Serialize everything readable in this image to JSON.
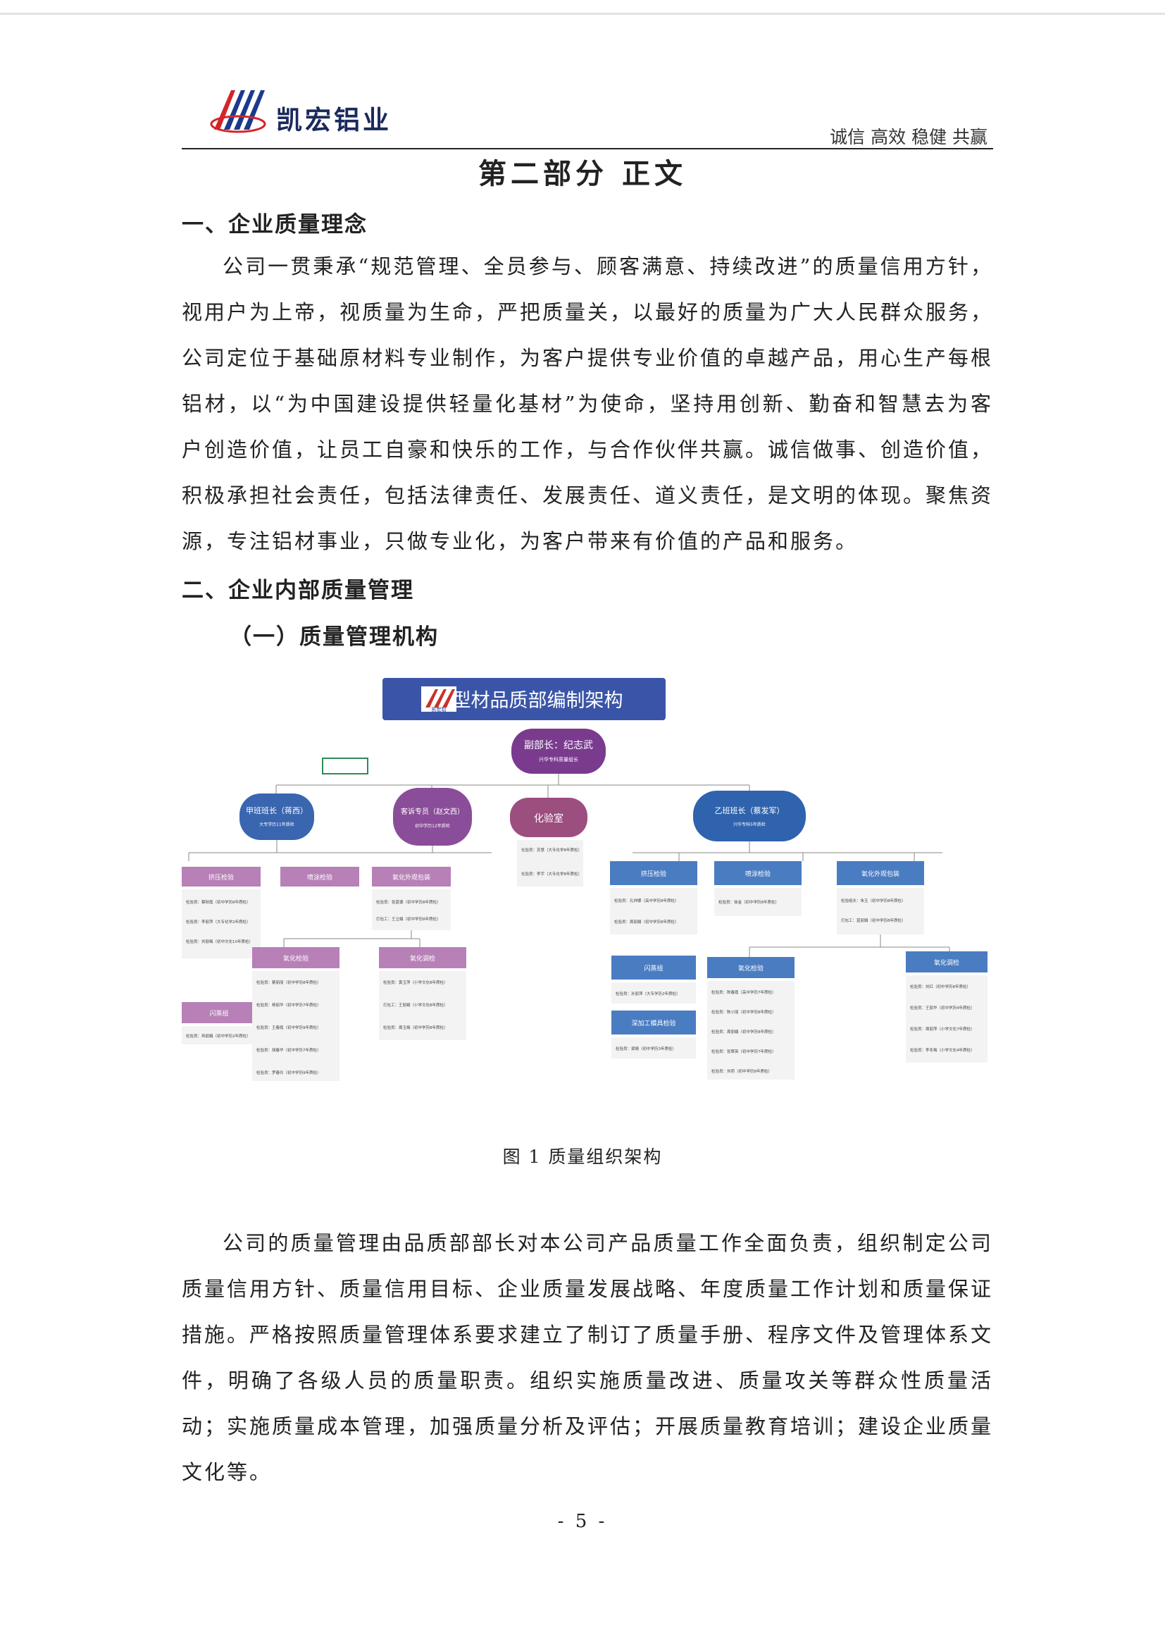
{
  "header": {
    "company": "凯宏铝业",
    "slogan": "诚信 高效 稳健 共赢"
  },
  "part_title": "第二部分 正文",
  "section1": {
    "heading": "一、企业质量理念",
    "paragraph": "公司一贯秉承“规范管理、全员参与、顾客满意、持续改进”的质量信用方针，视用户为上帝，视质量为生命，严把质量关，以最好的质量为广大人民群众服务，公司定位于基础原材料专业制作，为客户提供专业价值的卓越产品，用心生产每根铝材，以“为中国建设提供轻量化基材”为使命，坚持用创新、勤奋和智慧去为客户创造价值，让员工自豪和快乐的工作，与合作伙伴共赢。诚信做事、创造价值，积极承担社会责任，包括法律责任、发展责任、道义责任，是文明的体现。聚焦资源，专注铝材事业，只做专业化，为客户带来有价值的产品和服务。"
  },
  "section2": {
    "heading": "二、企业内部质量管理",
    "subheading": "（一）质量管理机构"
  },
  "org_chart": {
    "title": "型材品质部编制架构",
    "logo_text": "凯宏铝",
    "head": {
      "title": "副部长：纪志武",
      "note": "兴华专科质量组长"
    },
    "leaders": [
      {
        "title": "甲班班长（蒋西）",
        "note": "大专学历11年质检"
      },
      {
        "title": "客诉专员（赵文西）",
        "note": "初中学历12年质检"
      },
      {
        "title": "化验室",
        "note": ""
      },
      {
        "title": "乙班班长（蔡发军）",
        "note": "兴华专科5年质检"
      }
    ],
    "lab_staff": [
      "化验员：苏慧（大专化学8年质检）",
      "化验员：李宇（大专化学8年质检）"
    ],
    "units": [
      {
        "title": "挤压检验",
        "staff": [
          "检验员：蔡秋霞（初中学历8年质检）",
          "检验员：李丽萍（大专化学2年质检）",
          "检验员：刘丽梅（初中文化10年质检）"
        ]
      },
      {
        "title": "喷涂检验",
        "staff": []
      },
      {
        "title": "氧化外观包装",
        "staff": [
          "检验员：张蓝德（初中学历8年质检）",
          "打包工：王立娟（初中学历8年质检）"
        ]
      },
      {
        "title": "闪蒸组",
        "staff": [
          "检验员：冉丽娟（初中学历2年质检）"
        ]
      },
      {
        "title": "氧化检验",
        "staff": [
          "检验员：蔡丽丽（初中学历8年质检）",
          "检验员：杨丽华（初中学历7年质检）",
          "检验员：王春霞（初中学历9年质检）",
          "检验员：胡春华（初中学历7年质检）",
          "检验员：罗春玲（初中学历9年质检）"
        ]
      },
      {
        "title": "氧化调检",
        "staff": [
          "检验员：黄玉萍（小学文化8年质检）",
          "打包工：王丽娟（小学文化8年质检）",
          "检验员：周玉梅（初中学历8年质检）"
        ]
      },
      {
        "title": "挤压检验",
        "staff": [
          "检验员：孔祥娜（高中学历8年质检）",
          "检验员：周丽娟（初中学历8年质检）"
        ]
      },
      {
        "title": "喷涂检验",
        "staff": [
          "检验员：徐金（初中学历8年质检）"
        ]
      },
      {
        "title": "氧化外观包装",
        "staff": [
          "检验组长：朱玉（初中学历8年质检）",
          "打包工：蓝丽娟（初中学历8年质检）"
        ]
      },
      {
        "title": "闪蒸组",
        "staff": [
          "检验员：孙丽萍（大专学历2年质检）"
        ]
      },
      {
        "title": "深加工模具检验",
        "staff": [
          "检验员：梁婧（初中学历3年质检）"
        ]
      },
      {
        "title": "氧化检验",
        "staff": [
          "检验员：陈春霞（高中学历7年质检）",
          "检验员：陈小丽（初中学历8年质检）",
          "检验员：周丽娟（初中学历8年质检）",
          "检验员：张翠英（初中学历7年质检）",
          "检验员：刘莉（初中学历8年质检）"
        ]
      },
      {
        "title": "氧化调检",
        "staff": [
          "检验员：刘红（初中学历8年质检）",
          "检验员：王丽华（初中学历4年质检）",
          "检验员：周丽萍（小学文化7年质检）",
          "检验员：李冬梅（小学文化4年质检）"
        ]
      }
    ]
  },
  "figure_caption": "图 1 质量组织架构",
  "section2_paragraph": "公司的质量管理由品质部部长对本公司产品质量工作全面负责，组织制定公司质量信用方针、质量信用目标、企业质量发展战略、年度质量工作计划和质量保证措施。严格按照质量管理体系要求建立了制订了质量手册、程序文件及管理体系文件，明确了各级人员的质量职责。组织实施质量改进、质量攻关等群众性质量活动；实施质量成本管理，加强质量分析及评估；开展质量教育培训；建设企业质量文化等。",
  "page_number": "- 5 -"
}
